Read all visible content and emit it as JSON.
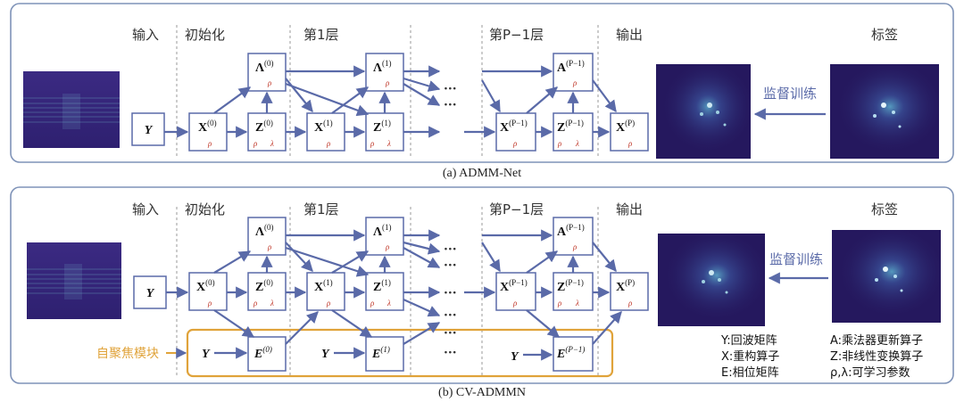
{
  "panelA": {
    "caption": "(a) ADMM-Net",
    "headers": {
      "input": "输入",
      "init": "初始化",
      "layer1": "第1层",
      "layerP": "第P−1层",
      "output": "输出",
      "label": "标签"
    },
    "supervise": "监督训练"
  },
  "panelB": {
    "caption": "(b) CV-ADMMN",
    "headers": {
      "input": "输入",
      "init": "初始化",
      "layer1": "第1层",
      "layerP": "第P−1层",
      "output": "输出",
      "label": "标签"
    },
    "supervise": "监督训练",
    "autofocus": "自聚焦模块"
  },
  "nodes": {
    "Y": "Y",
    "X": "X",
    "Z": "Z",
    "L": "Λ",
    "A": "A",
    "E": "E",
    "sup0": "(0)",
    "sup1": "(1)",
    "supPm1": "(P−1)",
    "supP": "(P)"
  },
  "params": {
    "rhoX": "ρ",
    "rhoZ": "ρ",
    "lambdaZ": "λ",
    "rhoL": "ρ"
  },
  "ellipsis": "···",
  "legend": {
    "y": "Y:回波矩阵",
    "x": "X:重构算子",
    "e": "E:相位矩阵",
    "a": "A:乘法器更新算子",
    "z": "Z:非线性变换算子",
    "rho": "ρ,λ:可学习参数"
  },
  "colors": {
    "frame": "#7f93b8",
    "node": "#5a6aa8",
    "param": "#c0392b",
    "orange": "#e0a33a",
    "image": "#2b1f6b"
  }
}
